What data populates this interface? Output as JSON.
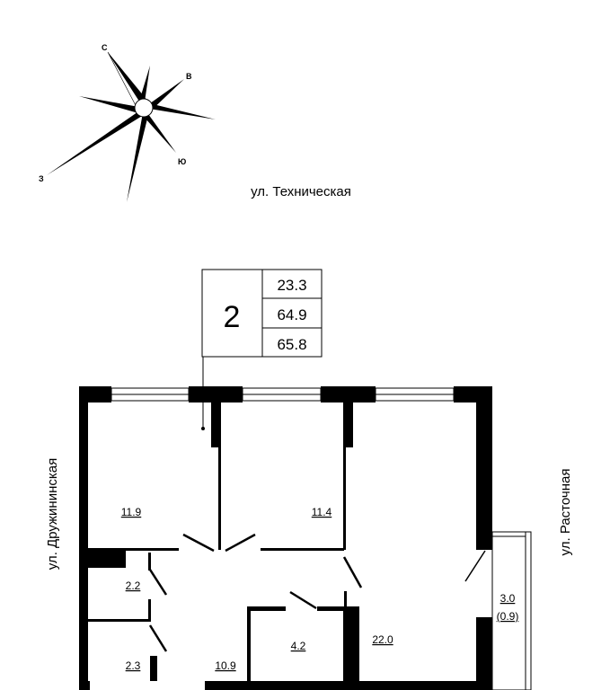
{
  "compass": {
    "north": "С",
    "east": "В",
    "south": "Ю",
    "west": "З"
  },
  "streets": {
    "top": "ул. Техническая",
    "left": "ул. Дружининская",
    "right": "ул. Расточная"
  },
  "apartment": {
    "rooms_count": "2",
    "living_area": "23.3",
    "total_area": "64.9",
    "total_with_balcony": "65.8"
  },
  "rooms": [
    {
      "area": "11.9"
    },
    {
      "area": "11.4"
    },
    {
      "area": "2.2"
    },
    {
      "area": "2.3"
    },
    {
      "area": "10.9"
    },
    {
      "area": "4.2"
    },
    {
      "area": "22.0"
    },
    {
      "area": "3.0",
      "reduced": "(0.9)"
    }
  ],
  "colors": {
    "wall": "#000000",
    "background": "#ffffff"
  }
}
